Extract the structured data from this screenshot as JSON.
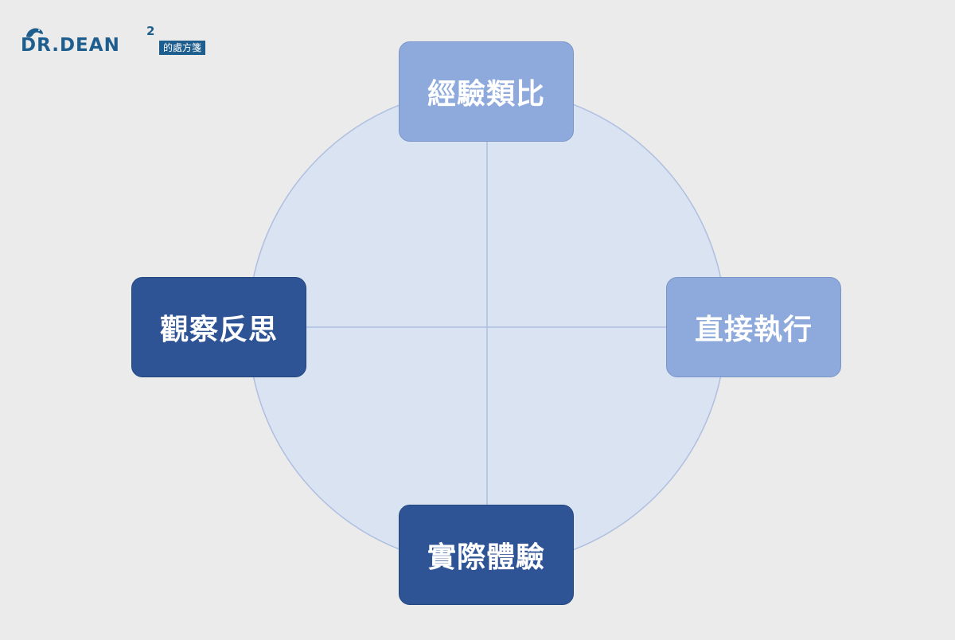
{
  "logo": {
    "text": "DR.DEAN",
    "superscript": "2",
    "badge": "的處方箋",
    "color": "#1e5e8e"
  },
  "diagram": {
    "circle_fill": "#dae3f2",
    "circle_stroke": "#aebfe0",
    "nodes": [
      {
        "id": "top",
        "label": "經驗類比",
        "style": "light"
      },
      {
        "id": "right",
        "label": "直接執行",
        "style": "light"
      },
      {
        "id": "bottom",
        "label": "實際體驗",
        "style": "dark"
      },
      {
        "id": "left",
        "label": "觀察反思",
        "style": "dark"
      }
    ],
    "colors": {
      "light": "#8ea9db",
      "dark": "#2f5496"
    }
  }
}
